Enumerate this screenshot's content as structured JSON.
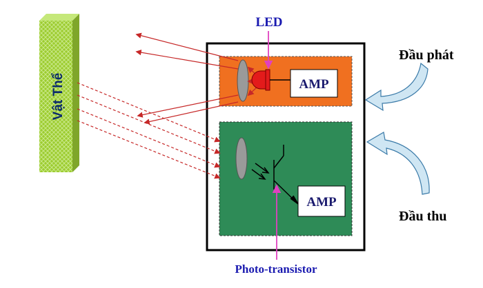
{
  "labels": {
    "object": "Vật Thể",
    "led": "LED",
    "emitter": "Đầu phát",
    "receiver": "Đầu thu",
    "photo": "Photo-transistor",
    "amp_top": "AMP",
    "amp_bottom": "AMP"
  },
  "colors": {
    "object_green": "#9ccc2f",
    "object_text": "#0b2b6b",
    "emitter_block": "#f07020",
    "receiver_block": "#2e8b57",
    "led_red": "#e31b1b",
    "beam_red": "#c62828",
    "label_blue": "#1a1ab0",
    "pointer_magenta": "#e040c0",
    "arrow_fill": "#cfe6f3",
    "arrow_stroke": "#3a7aa8"
  },
  "icons": {
    "lens": "lens-icon",
    "led": "led-icon",
    "transistor": "phototransistor-icon",
    "arrow": "curved-arrow-icon"
  }
}
